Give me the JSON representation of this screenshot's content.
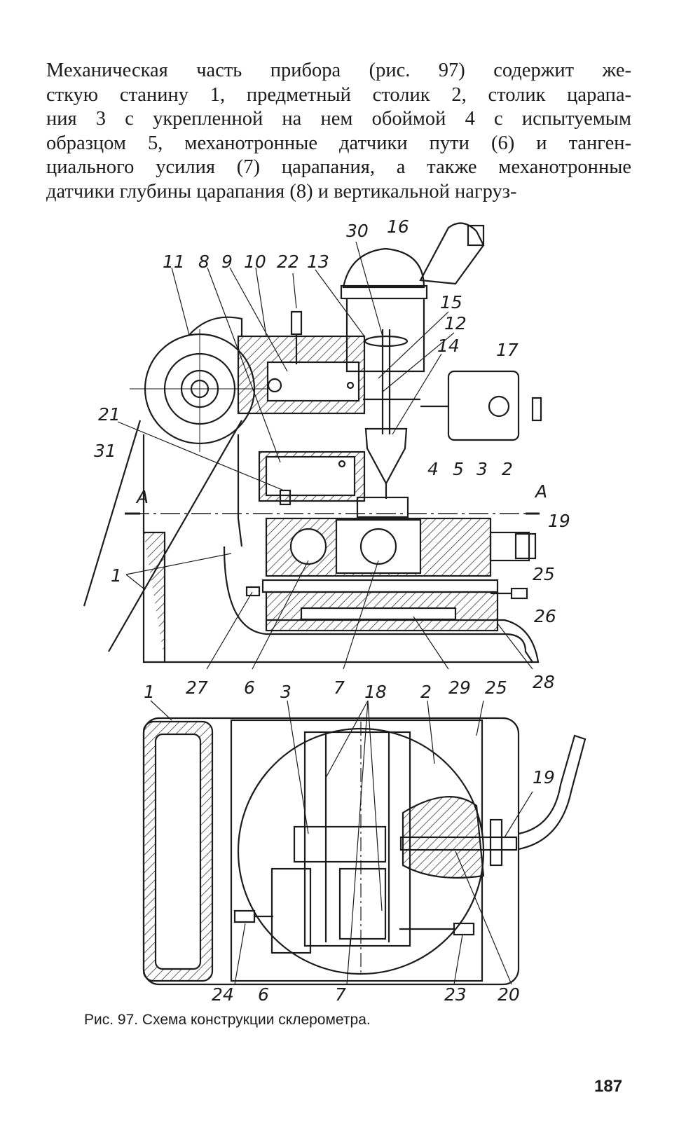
{
  "text": {
    "lines": [
      "Механическая часть прибора (рис. 97) содержит же-",
      "сткую станину 1, предметный столик 2, столик царапа-",
      "ния 3 с укрепленной на нем обоймой 4 с испытуемым",
      "образцом 5, механотронные датчики пути (6) и танген-",
      "циального усилия (7) царапания, а также механотронные",
      "датчики глубины царапания (8) и вертикальной нагруз-"
    ]
  },
  "figure": {
    "labels_top": [
      "30",
      "16",
      "11",
      "8",
      "9",
      "10",
      "22",
      "13",
      "15",
      "12",
      "14",
      "17",
      "21",
      "31",
      "4",
      "5",
      "3",
      "2",
      "A",
      "A",
      "19",
      "25",
      "1",
      "26",
      "27",
      "6",
      "7",
      "29",
      "28"
    ],
    "labels_bottom": [
      "1",
      "3",
      "18",
      "2",
      "25",
      "19",
      "20",
      "24",
      "6",
      "7",
      "23"
    ]
  },
  "caption": "Рис. 97. Схема конструкции склерометра.",
  "page_number": "187"
}
